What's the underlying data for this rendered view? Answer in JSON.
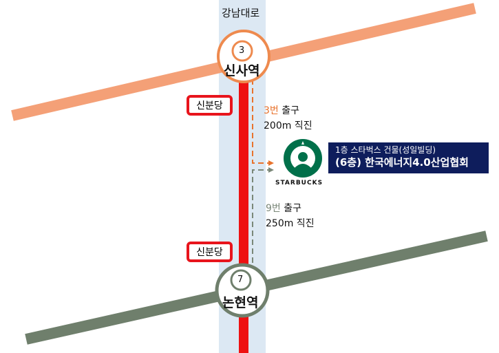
{
  "road_label": "강남대로",
  "stations": [
    {
      "name": "신사역",
      "line": "3",
      "color": "#ee8a4e"
    },
    {
      "name": "논현역",
      "line": "7",
      "color": "#6f7f6c"
    }
  ],
  "line_labels": [
    "신분당",
    "신분당"
  ],
  "directions": [
    {
      "exit": "3번",
      "exit_suffix": "출구",
      "distance": "200m 직진",
      "color": "#e8722c"
    },
    {
      "exit": "9번",
      "exit_suffix": "출구",
      "distance": "250m 직진",
      "color": "#7a8778"
    }
  ],
  "landmark": {
    "brand": "STARBUCKS",
    "color": "#00704a"
  },
  "destination": {
    "line1": "1층 스타벅스 건물(성일빌딩)",
    "line2": "(6층) 한국에너지4.0산업협회",
    "color": "#0e1d5c"
  }
}
